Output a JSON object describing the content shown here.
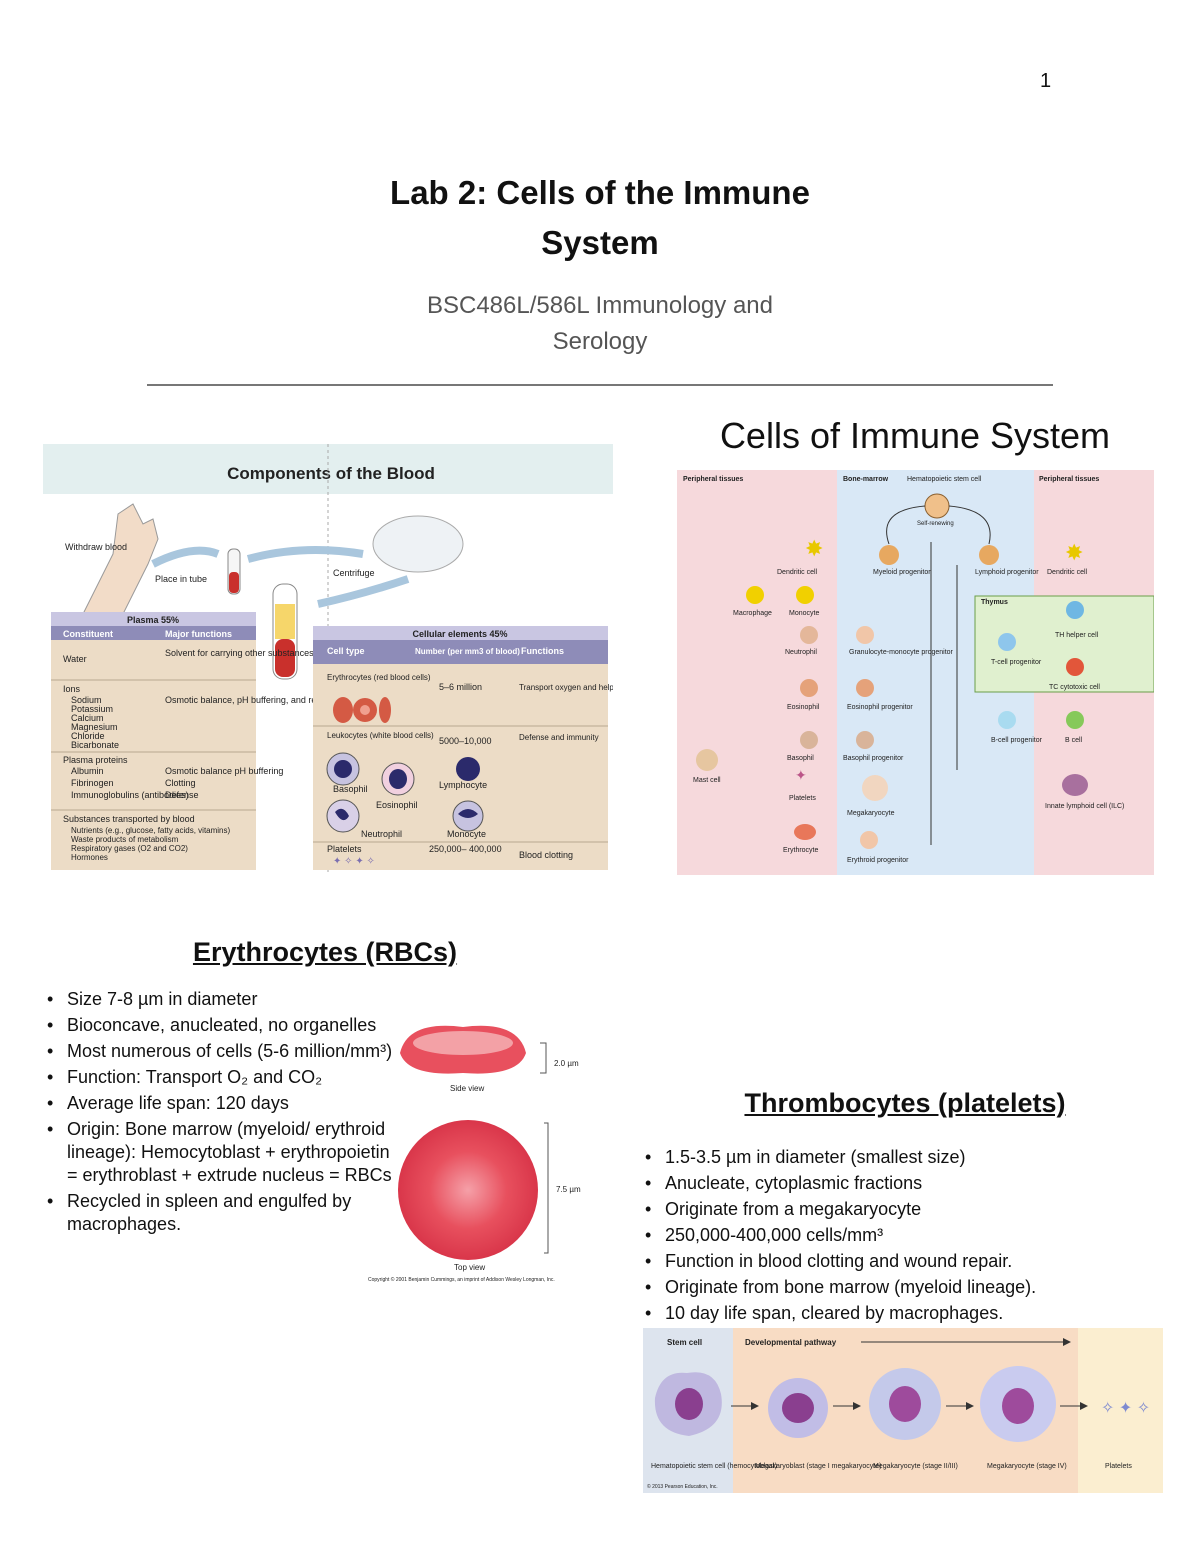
{
  "page_number": "1",
  "title_line1": "Lab 2: Cells of the Immune",
  "title_line2": "System",
  "subtitle_line1": "BSC486L/586L Immunology and",
  "subtitle_line2": "Serology",
  "cells_heading": "Cells of Immune System",
  "blood_figure": {
    "title": "Components of the Blood",
    "withdraw": "Withdraw blood",
    "place": "Place in tube",
    "centrifuge": "Centrifuge",
    "plasma_header": "Plasma 55%",
    "col_constituent": "Constituent",
    "col_functions": "Major functions",
    "water": "Water",
    "water_fn": "Solvent for carrying other substances",
    "ions": "Ions",
    "ions_list": [
      "Sodium",
      "Potassium",
      "Calcium",
      "Magnesium",
      "Chloride",
      "Bicarbonate"
    ],
    "ions_fn": "Osmotic balance, pH buffering, and regulation of membrane permeability",
    "proteins": "Plasma proteins",
    "proteins_list": [
      "Albumin",
      "Fibrinogen",
      "Immunoglobulins (antibodies)"
    ],
    "proteins_fn": [
      "Osmotic balance pH buffering",
      "Clotting",
      "Defense"
    ],
    "substances": "Substances transported by blood",
    "substances_list": [
      "Nutrients (e.g., glucose, fatty acids, vitamins)",
      "Waste products of metabolism",
      "Respiratory gases (O2 and CO2)",
      "Hormones"
    ],
    "cellular_header": "Cellular elements 45%",
    "col_celltype": "Cell type",
    "col_number": "Number (per mm3 of blood)",
    "col_cfunctions": "Functions",
    "erythrocytes": "Erythrocytes (red blood cells)",
    "ery_num": "5–6 million",
    "ery_fn": "Transport oxygen and help transport carbon dioxide",
    "leukocytes": "Leukocytes (white blood cells)",
    "leuk_num": "5000–10,000",
    "leuk_fn": "Defense and immunity",
    "basophil": "Basophil",
    "eosinophil": "Eosinophil",
    "neutrophil": "Neutrophil",
    "lymphocyte": "Lymphocyte",
    "monocyte": "Monocyte",
    "platelets": "Platelets",
    "plat_num": "250,000– 400,000",
    "plat_fn": "Blood clotting"
  },
  "immune_figure": {
    "peripheral_left": "Peripheral tissues",
    "bone_marrow": "Bone-marrow",
    "hsc": "Hematopoietic stem cell",
    "self_renewing": "Self-renewing",
    "peripheral_right": "Peripheral tissues",
    "dendritic_left": "Dendritic cell",
    "myeloid": "Myeloid progenitor",
    "lymphoid": "Lymphoid progenitor",
    "dendritic_right": "Dendritic cell",
    "macrophage": "Macrophage",
    "monocyte": "Monocyte",
    "thymus": "Thymus",
    "th": "TH helper cell",
    "neutrophil": "Neutrophil",
    "gm": "Granulocyte-monocyte progenitor",
    "tprog": "T-cell progenitor",
    "tc": "TC cytotoxic cell",
    "eosinophil": "Eosinophil",
    "eprog": "Eosinophil progenitor",
    "bprog_b": "B-cell progenitor",
    "bcell": "B cell",
    "basophil": "Basophil",
    "baso_prog": "Basophil progenitor",
    "mast": "Mast cell",
    "platelets": "Platelets",
    "megakaryocyte": "Megakaryocyte",
    "ilc": "Innate lymphoid cell (ILC)",
    "erythrocyte": "Erythrocyte",
    "erythroid": "Erythroid progenitor"
  },
  "erythrocytes": {
    "heading": "Erythrocytes (RBCs)",
    "bullets": [
      "Size 7-8 µm in diameter",
      "Bioconcave, anucleated, no organelles",
      "Most numerous of cells (5-6 million/mm³)",
      "Function: Transport O₂ and CO₂",
      "Average life span: 120 days",
      "Origin: Bone marrow (myeloid/ erythroid lineage): Hemocytoblast + erythropoietin = erythroblast + extrude nucleus = RBCs",
      "Recycled in spleen and engulfed by macrophages."
    ],
    "fig_side_dim": "2.0 µm",
    "fig_side_label": "Side view",
    "fig_top_dim": "7.5 µm",
    "fig_top_label": "Top view",
    "fig_copyright": "Copyright © 2001 Benjamin Cummings, an imprint of Addison Wesley Longman, Inc."
  },
  "thrombocytes": {
    "heading": "Thrombocytes (platelets)",
    "bullets": [
      "1.5-3.5 µm in diameter (smallest size)",
      "Anucleate, cytoplasmic fractions",
      "Originate from a megakaryocyte",
      "250,000-400,000 cells/mm³",
      "Function in blood clotting and wound repair.",
      "Originate from bone marrow (myeloid lineage).",
      "10 day life span, cleared by macrophages."
    ],
    "fig_stem": "Stem cell",
    "fig_pathway": "Developmental pathway",
    "fig_labels": [
      "Hematopoietic stem cell (hemocytoblast)",
      "Megakaryoblast (stage I megakaryocyte)",
      "Megakaryocyte (stage II/III)",
      "Megakaryocyte (stage IV)",
      "Platelets"
    ],
    "fig_copyright": "© 2013 Pearson Education, Inc."
  }
}
